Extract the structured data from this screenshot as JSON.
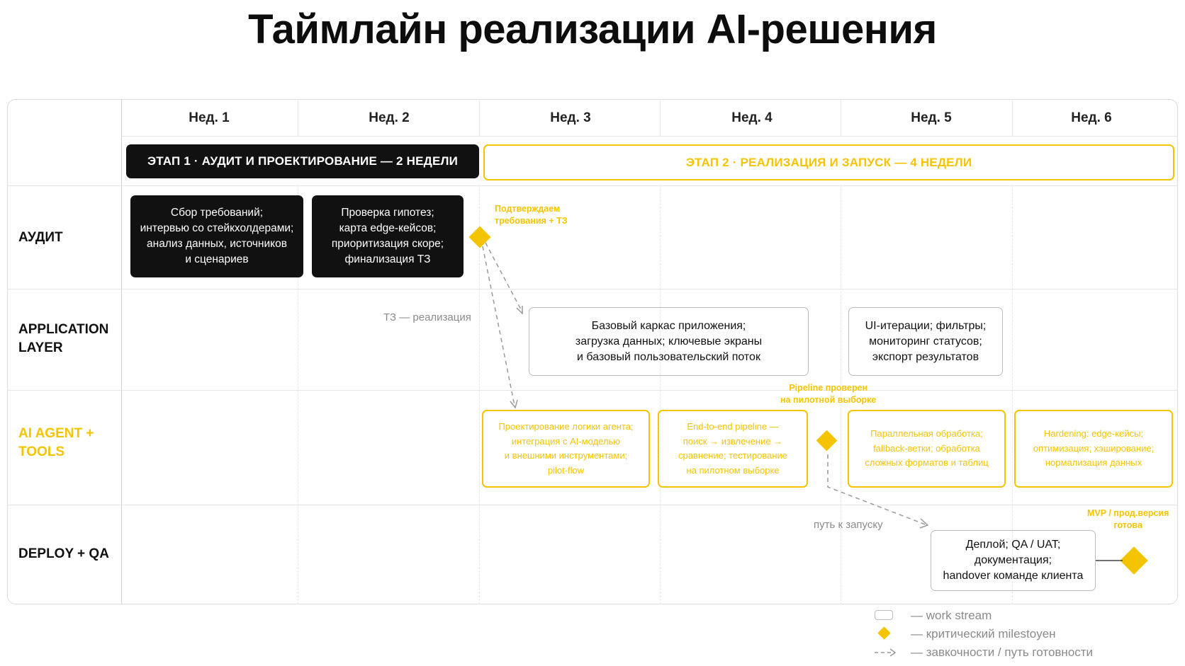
{
  "title": "Таймлайн реализации AI-решения",
  "weeks": [
    "Нед. 1",
    "Нед. 2",
    "Нед. 3",
    "Нед. 4",
    "Нед. 5",
    "Нед. 6"
  ],
  "phases": {
    "phase1": "ЭТАП 1 · АУДИТ И ПРОЕКТИРОВАНИЕ — 2 НЕДЕЛИ",
    "phase2": "ЭТАП 2 · РЕАЛИЗАЦИЯ И ЗАПУСК — 4 НЕДЕЛИ"
  },
  "rows": {
    "audit": "АУДИТ",
    "app_line1": "APPLICATION",
    "app_line2": "LAYER",
    "ai_line1": "AI AGENT +",
    "ai_line2": "TOOLS",
    "deploy": "DEPLOY + QA"
  },
  "tasks": {
    "audit1": [
      "Сбор требований;",
      "интервью со стейкхолдерами;",
      "анализ данных, источников",
      "и сценариев"
    ],
    "audit2": [
      "Проверка гипотез;",
      "карта edge-кейсов;",
      "приоритизация скоре;",
      "финализация ТЗ"
    ],
    "app1": [
      "Базовый каркас приложения;",
      "загрузка данных; ключевые экраны",
      "и базовый пользовательский поток"
    ],
    "app2": [
      "UI-итерации; фильтры;",
      "мониторинг статусов;",
      "экспорт результатов"
    ],
    "ai1": [
      "Проектирование логики агента;",
      "интеграция с AI-моделью",
      "и внешними инструментами;",
      "pilot-flow"
    ],
    "ai2": [
      "End-to-end pipeline —",
      "поиск → извлечение →",
      "сравнение; тестирование",
      "на пилотном выборке"
    ],
    "ai3": [
      "Параллельная обработка;",
      "fallback-ветки; обработка",
      "сложных форматов и таблиц"
    ],
    "ai4": [
      "Hardening: edge-кейсы;",
      "оптимизация; хэширование;",
      "нормализация данных"
    ],
    "deploy1": [
      "Деплой; QA / UAT;",
      "документация;",
      "handover команде клиента"
    ]
  },
  "notes": {
    "m1": [
      "Подтверждаем",
      "требования + ТЗ"
    ],
    "m2": [
      "Pipeline проверен",
      "на пилотной выборке"
    ],
    "m3": [
      "MVP / прод.версия",
      "готова"
    ],
    "tz_to_impl": "ТЗ — реализация",
    "path_to_launch": "путь к запуску"
  },
  "legend": {
    "work_stream": "— work stream",
    "milestone": "— критический milestoyeн",
    "dependency": "— завкочности / путь готовности"
  },
  "colors": {
    "accent": "#f5c400",
    "dark": "#111111",
    "gray": "#8a8a8a"
  }
}
